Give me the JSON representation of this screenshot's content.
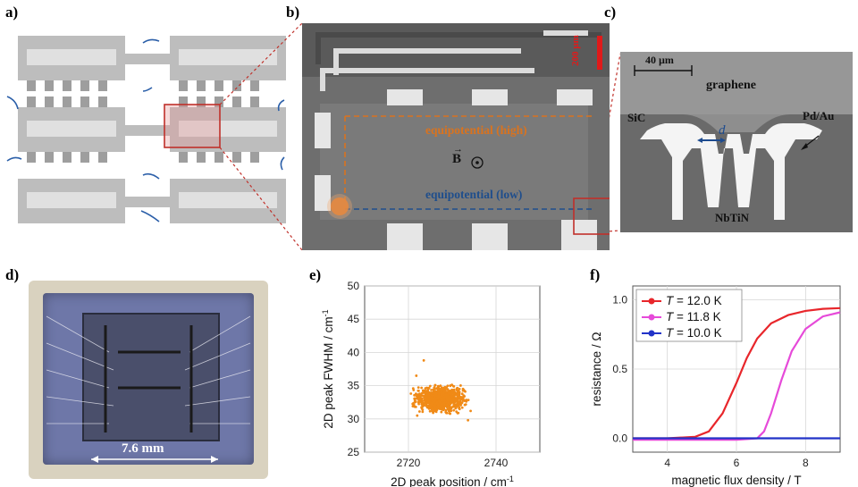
{
  "figure": {
    "panel_labels": [
      "a)",
      "b)",
      "c)",
      "d)",
      "e)",
      "f)"
    ]
  },
  "panel_b": {
    "scale_bar": "200 µm",
    "equipotential_high": "equipotential (high)",
    "equipotential_low": "equipotential (low)",
    "field_label": "B",
    "colors": {
      "high": "#d9731f",
      "low": "#1f4e8c"
    }
  },
  "panel_c": {
    "scale_bar": "40 µm",
    "graphene": "graphene",
    "sic": "SiC",
    "contact": "Pd/Au",
    "gap": "d",
    "superconductor": "NbTiN"
  },
  "panel_d": {
    "dimension": "7.6 mm"
  },
  "chart_data": [
    {
      "type": "scatter",
      "panel": "e",
      "xlabel": "2D peak position / cm",
      "xlabel_sup": "-1",
      "ylabel": "2D peak FWHM / cm",
      "ylabel_sup": "-1",
      "xlim": [
        2710,
        2750
      ],
      "ylim": [
        25,
        50
      ],
      "xticks": [
        2720,
        2740
      ],
      "yticks": [
        25,
        30,
        35,
        40,
        45,
        50
      ],
      "grid": true,
      "color": "#f08a17",
      "cluster": {
        "x_center": 2727.5,
        "x_spread": 4.5,
        "y_center": 33.0,
        "y_spread": 1.5,
        "count": 900,
        "outliers": [
          [
            2723.5,
            38.8
          ],
          [
            2721.8,
            36.5
          ],
          [
            2733.6,
            29.8
          ],
          [
            2734.2,
            31.2
          ],
          [
            2722.0,
            30.5
          ]
        ]
      }
    },
    {
      "type": "line",
      "panel": "f",
      "xlabel": "magnetic flux density / T",
      "ylabel": "resistance / Ω",
      "xlim": [
        3,
        9
      ],
      "ylim": [
        -0.1,
        1.1
      ],
      "xticks": [
        4,
        6,
        8
      ],
      "yticks": [
        0.0,
        0.5,
        1.0
      ],
      "ytick_labels": [
        "0.0",
        "0.5",
        "1.0"
      ],
      "grid": true,
      "legend_placement": "top-left",
      "series": [
        {
          "name": "T = 12.0 K",
          "legend_T": "T",
          "legend_rest": " = 12.0 K",
          "color": "#e8262b",
          "x": [
            3.0,
            4.0,
            4.8,
            5.2,
            5.6,
            6.0,
            6.3,
            6.6,
            7.0,
            7.5,
            8.0,
            8.5,
            9.0
          ],
          "y": [
            0.0,
            0.0,
            0.01,
            0.05,
            0.18,
            0.4,
            0.58,
            0.72,
            0.83,
            0.89,
            0.92,
            0.935,
            0.94
          ]
        },
        {
          "name": "T = 11.8 K",
          "legend_T": "T",
          "legend_rest": " = 11.8 K",
          "color": "#e64ad9",
          "x": [
            3.0,
            4.0,
            5.0,
            6.0,
            6.6,
            6.8,
            7.0,
            7.3,
            7.6,
            8.0,
            8.5,
            9.0
          ],
          "y": [
            -0.01,
            -0.01,
            -0.01,
            -0.01,
            0.0,
            0.05,
            0.18,
            0.42,
            0.63,
            0.79,
            0.88,
            0.91
          ]
        },
        {
          "name": "T = 10.0 K",
          "legend_T": "T",
          "legend_rest": " = 10.0 K",
          "color": "#2233c8",
          "x": [
            3.0,
            4.0,
            5.0,
            6.0,
            7.0,
            8.0,
            9.0
          ],
          "y": [
            0.0,
            0.0,
            0.0,
            0.0,
            0.0,
            0.0,
            0.0
          ]
        }
      ]
    }
  ]
}
